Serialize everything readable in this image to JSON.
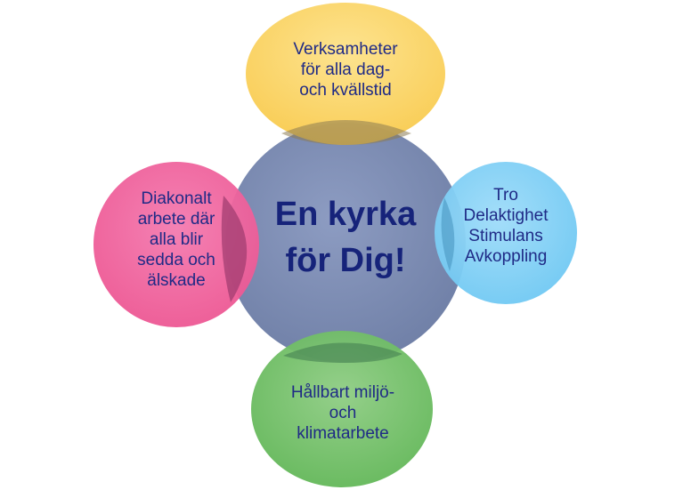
{
  "center": {
    "text": "En kyrka\nför Dig!",
    "color": "#7e8db3"
  },
  "petals": {
    "top": {
      "text": "Verksamheter\nför alla dag-\noch kvällstid",
      "color": "#fbd45a"
    },
    "right": {
      "text": "Tro\nDelaktighet\nStimulans\nAvkoppling",
      "color": "#7fcff6"
    },
    "bottom": {
      "text": "Hållbart miljö-\noch\nklimatarbete",
      "color": "#6fbd62"
    },
    "left": {
      "text": "Diakonalt\narbete där\nalla blir\nsedda och\nälskade",
      "color": "#f0619c"
    }
  },
  "text_color": "#1f2a86"
}
